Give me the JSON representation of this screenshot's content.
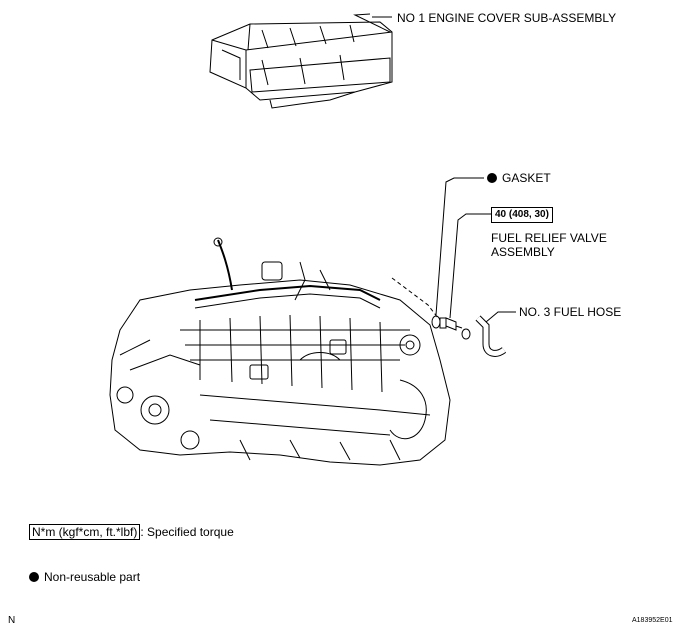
{
  "labels": {
    "engine_cover": "NO  1 ENGINE COVER SUB-ASSEMBLY",
    "gasket": "GASKET",
    "torque_value": "40 (408, 30)",
    "relief_valve_line1": "FUEL RELIEF VALVE",
    "relief_valve_line2": "ASSEMBLY",
    "fuel_hose": "NO. 3 FUEL HOSE"
  },
  "legend": {
    "torque_units": "N*m (kgf*cm, ft.*lbf)",
    "torque_desc": ": Specified torque",
    "non_reusable": "Non-reusable part"
  },
  "corner": {
    "left": "N",
    "right": "A183952E01"
  }
}
